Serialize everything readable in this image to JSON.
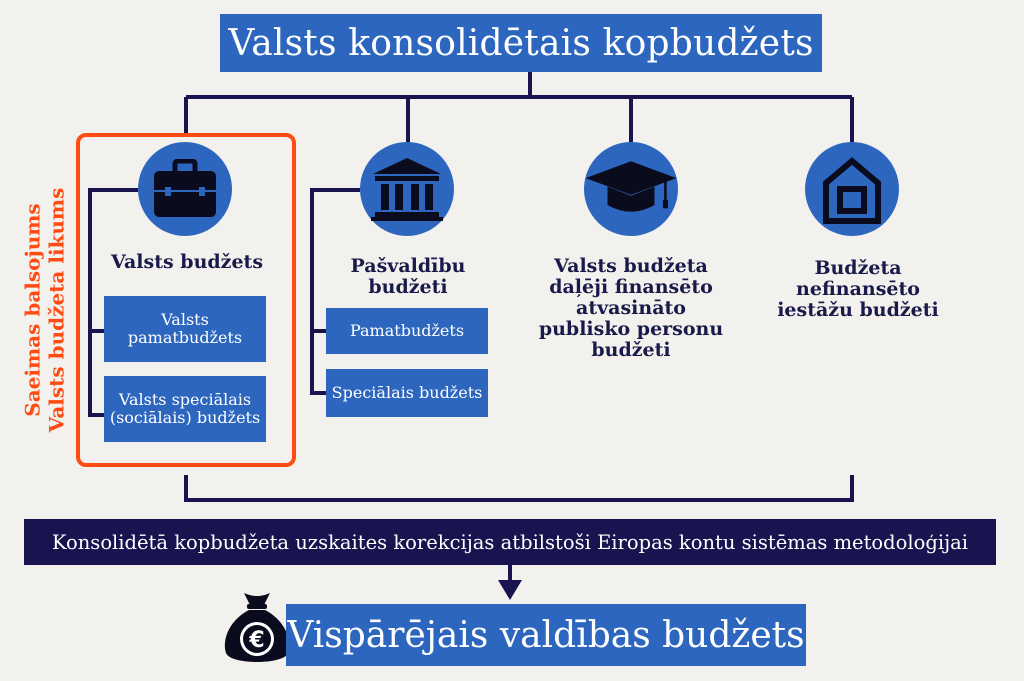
{
  "title": "Valsts konsolidētais kopbudžets",
  "side_label": {
    "line1": "Saeimas balsojums",
    "line2": "Valsts budžeta likums"
  },
  "columns": [
    {
      "icon": "briefcase-icon",
      "title": "Valsts budžets",
      "subs": [
        "Valsts pamatbudžets",
        "Valsts speciālais (sociālais) budžets"
      ]
    },
    {
      "icon": "government-building-icon",
      "title": "Pašvaldību budžeti",
      "subs": [
        "Pamatbudžets",
        "Speciālais budžets"
      ]
    },
    {
      "icon": "graduation-cap-icon",
      "title": "Valsts budžeta daļēji finansēto atvasināto publisko personu budžeti"
    },
    {
      "icon": "house-icon",
      "title": "Budžeta nefinansēto iestāžu budžeti"
    }
  ],
  "correction_bar": "Konsolidētā kopbudžeta uzskaites korekcijas atbilstoši Eiropas kontu sistēmas metodoloģijai",
  "result": {
    "icon": "euro-money-bag-icon",
    "label": "Vispārējais valdības budžets"
  },
  "colors": {
    "primary_blue": "#2d66be",
    "navy": "#191450",
    "highlight_orange": "#ff4b12",
    "background": "#f2f1ee"
  }
}
